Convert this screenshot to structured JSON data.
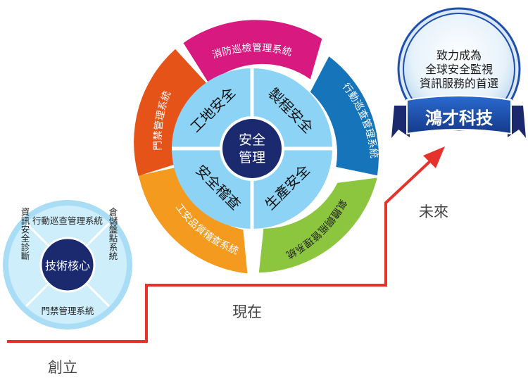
{
  "colors": {
    "arrow": "#e5322d",
    "small_disc_outer": "#a9dcf5",
    "small_disc_ring": "#cfeefb",
    "navy_core": "#1b2a6e",
    "inner_light": "#8dd3f5",
    "magenta": "#d8197f",
    "blue": "#1674bb",
    "green": "#8cc63f",
    "orange": "#f39a1f",
    "red_orange": "#e65318",
    "badge_blue": "#1e4fb0",
    "badge_dark": "#1b2a6e"
  },
  "stages": {
    "founding": "創立",
    "present": "現在",
    "future": "未來"
  },
  "small_disc": {
    "center": "技術核心",
    "top": "行動巡查管理系統",
    "left": "資訊安全診斷",
    "right": "倉儲盤點系統",
    "bottom": "門禁管理系統"
  },
  "big_wheel": {
    "center_line1": "安全",
    "center_line2": "管理",
    "inner_top_left": "工地安全",
    "inner_top_right": "製程安全",
    "inner_bottom_left": "安全稽查",
    "inner_bottom_right": "生產安全",
    "outer_top": "消防巡檢管理系統",
    "outer_right_top": "行動巡查管理系統",
    "outer_right_bottom": "氣體鋼瓶管理系統",
    "outer_left_bottom": "工安品質稽查系統",
    "outer_left_top": "門禁管理系統"
  },
  "badge": {
    "line1": "致力成為",
    "line2": "全球安全監視",
    "line3": "資訊服務的首選",
    "company": "鴻才科技"
  }
}
